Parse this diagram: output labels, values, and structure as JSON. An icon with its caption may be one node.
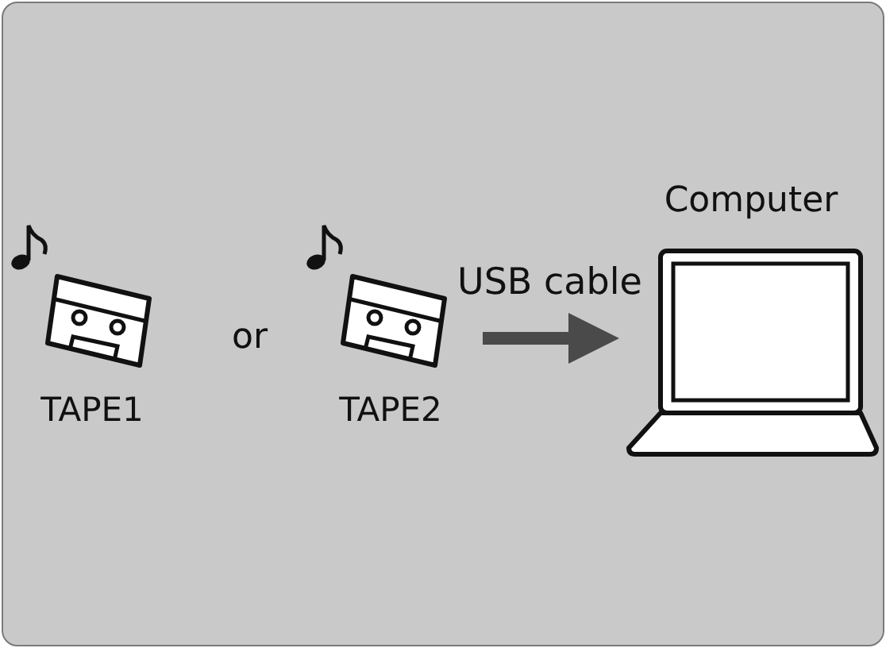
{
  "diagram": {
    "nodes": [
      {
        "text": [
          "TAPE1"
        ]
      },
      {
        "text": [
          "TAPE2"
        ]
      },
      {
        "text": [
          "Computer"
        ]
      }
    ],
    "edges": [
      {
        "from": 1,
        "to": 2,
        "arrow": "to",
        "label": "USB cable"
      }
    ],
    "labels": [
      "or"
    ]
  }
}
